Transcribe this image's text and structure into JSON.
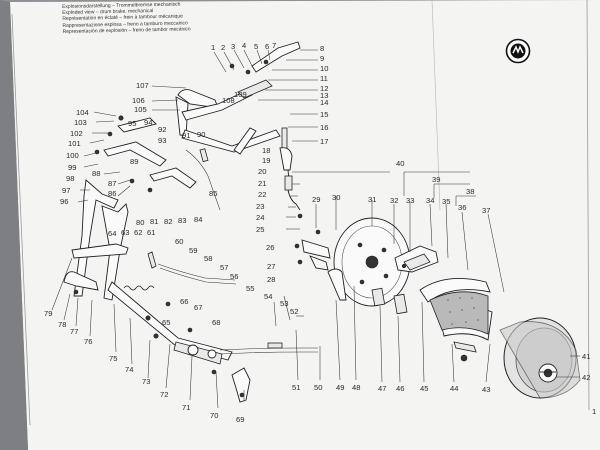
{
  "header": {
    "lines": [
      "Explosionsdarstellung – Trommelbremse mechanisch",
      "Exploded view – drum brake, mechanical",
      "Représentation en éclaté – frein à tambour mécanique",
      "Rappresentazione esplosa – freno a tamburo meccanico",
      "Representación de explosión – freno de tambor mecánico"
    ]
  },
  "logo": {
    "icon": "brand-emblem-icon"
  },
  "callouts": {
    "n1": "1",
    "n2": "2",
    "n3": "3",
    "n4": "4",
    "n5": "5",
    "n6": "6",
    "n7": "7",
    "n8": "8",
    "n9": "9",
    "n10": "10",
    "n11": "11",
    "n12": "12",
    "n13": "13",
    "n14": "14",
    "n15": "15",
    "n16": "16",
    "n17": "17",
    "n18": "18",
    "n19": "19",
    "n20": "20",
    "n21": "21",
    "n22": "22",
    "n23": "23",
    "n24": "24",
    "n25": "25",
    "n26": "26",
    "n27": "27",
    "n28": "28",
    "n29": "29",
    "n30": "30",
    "n31": "31",
    "n32": "32",
    "n33": "33",
    "n34": "34",
    "n35": "35",
    "n36": "36",
    "n37": "37",
    "n38": "38",
    "n39": "39",
    "n40": "40",
    "n41": "41",
    "n42": "42",
    "n43": "43",
    "n44": "44",
    "n45": "45",
    "n46": "46",
    "n47": "47",
    "n48": "48",
    "n49": "49",
    "n50": "50",
    "n51": "51",
    "n52": "52",
    "n53": "53",
    "n54": "54",
    "n55": "55",
    "n56": "56",
    "n57": "57",
    "n58": "58",
    "n59": "59",
    "n60": "60",
    "n61": "61",
    "n62": "62",
    "n63": "63",
    "n64": "64",
    "n65": "65",
    "n66": "66",
    "n67": "67",
    "n68": "68",
    "n69": "69",
    "n70": "70",
    "n71": "71",
    "n72": "72",
    "n73": "73",
    "n74": "74",
    "n75": "75",
    "n76": "76",
    "n77": "77",
    "n78": "78",
    "n79": "79",
    "n80": "80",
    "n81": "81",
    "n82": "82",
    "n83": "83",
    "n84": "84",
    "n85": "85",
    "n86": "86",
    "n87": "87",
    "n88": "88",
    "n89": "89",
    "n90": "90",
    "n91": "91",
    "n92": "92",
    "n93": "93",
    "n94": "94",
    "n95": "95",
    "n96": "96",
    "n97": "97",
    "n98": "98",
    "n99": "99",
    "n100": "100",
    "n101": "101",
    "n102": "102",
    "n103": "103",
    "n104": "104",
    "n105": "105",
    "n106": "106",
    "n107": "107",
    "n108": "108",
    "n109": "109",
    "page": "1"
  }
}
